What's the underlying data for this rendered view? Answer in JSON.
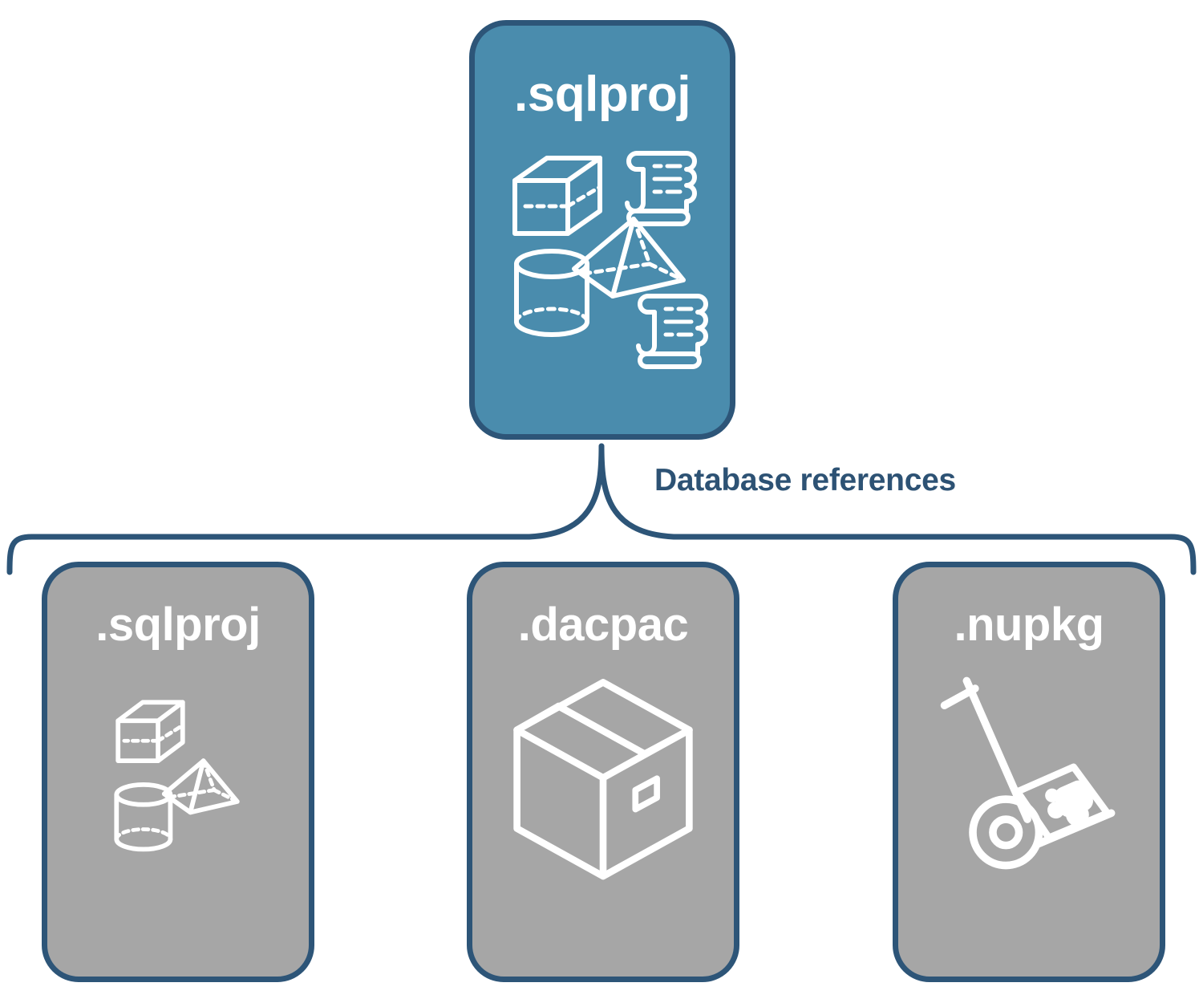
{
  "diagram": {
    "title_semantic": "SQL database project database references",
    "colors": {
      "root_card_fill": "#4a8cad",
      "sub_card_fill": "#a6a6a6",
      "stroke": "#2d5578",
      "label_text": "#2d5274",
      "card_text": "#ffffff",
      "background": "#ffffff"
    }
  },
  "root_node": {
    "label": ".sqlproj",
    "icons": [
      "cube-icon",
      "scroll-icon",
      "pyramid-icon",
      "cylinder-icon",
      "scroll-icon"
    ]
  },
  "connector": {
    "label": "Database references",
    "style": "curly-brace"
  },
  "reference_nodes": [
    {
      "label": ".sqlproj",
      "icons": [
        "cube-icon",
        "pyramid-icon",
        "cylinder-icon"
      ]
    },
    {
      "label": ".dacpac",
      "icons": [
        "shipping-box-icon"
      ]
    },
    {
      "label": ".nupkg",
      "icons": [
        "hand-truck-package-icon"
      ]
    }
  ]
}
